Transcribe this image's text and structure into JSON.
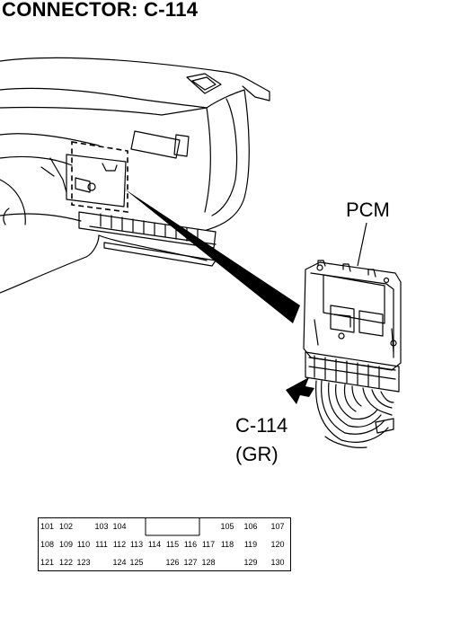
{
  "title": "CONNECTOR: C-114",
  "labels": {
    "pcm": "PCM",
    "connector": "C-114",
    "wire_color": "(GR)"
  },
  "pinout": {
    "row1": [
      "101",
      "102",
      "",
      "103",
      "104",
      "",
      "",
      "",
      "",
      "",
      "105",
      "106",
      "107"
    ],
    "row2": [
      "108",
      "109",
      "110",
      "111",
      "112",
      "113",
      "114",
      "115",
      "116",
      "117",
      "118",
      "119",
      "120"
    ],
    "row3": [
      "121",
      "122",
      "123",
      "",
      "124",
      "125",
      "",
      "126",
      "127",
      "128",
      "",
      "129",
      "130"
    ]
  }
}
